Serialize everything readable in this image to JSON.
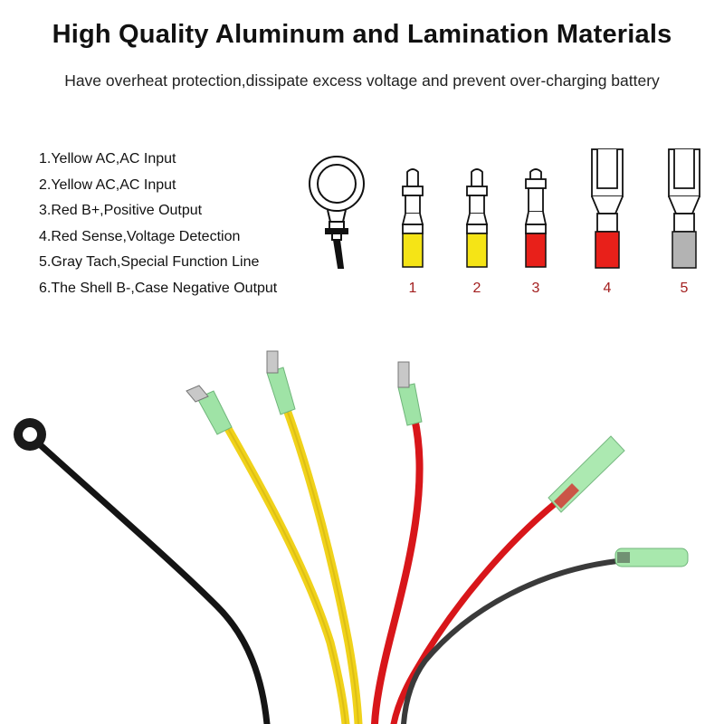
{
  "header": {
    "title": "High Quality Aluminum and Lamination Materials",
    "subtitle": "Have overheat protection,dissipate excess voltage and prevent over-charging battery"
  },
  "legend": {
    "items": [
      "1.Yellow AC,AC Input",
      "2.Yellow AC,AC Input",
      "3.Red B+,Positive Output",
      "4.Red Sense,Voltage Detection",
      "5.Gray Tach,Special Function Line",
      "6.The Shell B-,Case Negative Output"
    ]
  },
  "connectors": [
    {
      "number": "1",
      "color": "#f5e416",
      "kind": "bullet"
    },
    {
      "number": "2",
      "color": "#f5e416",
      "kind": "bullet"
    },
    {
      "number": "3",
      "color": "#e8201a",
      "kind": "bullet"
    },
    {
      "number": "4",
      "color": "#e8201a",
      "kind": "spade"
    },
    {
      "number": "5",
      "color": "#b3b3b3",
      "kind": "spade"
    }
  ],
  "colors": {
    "number_label": "#a31f1f",
    "wire_black": "#141414",
    "wire_yellow": "#f0d21a",
    "wire_red": "#d8161a",
    "wire_gray": "#3a3a3a",
    "sleeve_green": "#9fe3a6"
  }
}
